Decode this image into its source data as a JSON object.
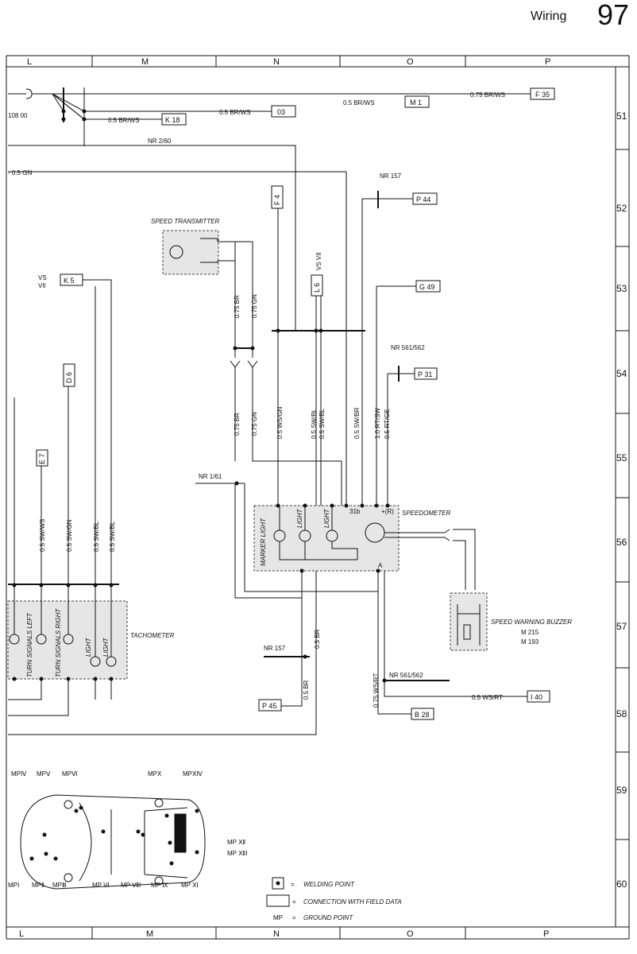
{
  "header": {
    "title": "Wiring",
    "page": "97"
  },
  "columns": [
    "L",
    "M",
    "N",
    "O",
    "P"
  ],
  "rows": [
    "51",
    "52",
    "53",
    "54",
    "55",
    "56",
    "57",
    "58",
    "59",
    "60"
  ],
  "connections": {
    "f35": "F 35",
    "m1": "M 1",
    "o3": "03",
    "k18": "K 18",
    "p44": "P 44",
    "f4": "F 4",
    "l6": "L 6",
    "g49": "G 49",
    "k5": "K 5",
    "d6": "D 6",
    "e7": "E 7",
    "p31": "P 31",
    "p45": "P 45",
    "b28": "B 28",
    "i40": "I 40"
  },
  "wires": {
    "w_075_brws": "0.75  BR/WS",
    "w_05_brws_m1": "0.5  BR/WS",
    "w_05_brws_o3": "0.5  BR/WS",
    "w_05_brws_k18": "0.5  BR/WS",
    "nr260": "NR  2/60",
    "gn": "- 0.5  GN",
    "v_075_br": "0.75  BR",
    "v_075_gn": "0.75  GN",
    "v_075_br2": "0.75  BR",
    "v_075_gn2": "0.75  GN",
    "v_wsgn": "0.5  WS/GN",
    "v_swbl1": "0.5  SW/BL",
    "v_swbl2": "0.5  SW/BL",
    "v_swbr": "0.5  SW/BR",
    "v_rtsw": "1.0  RT/SW",
    "v_rtge": "0.5  RT/GE",
    "v_swws": "0.5  SW/WS",
    "v_swgn": "0.5  SW/GN",
    "v_swbl3": "0.5  SW/BL",
    "v_swbl4": "0.5  SW/BL",
    "v_05br": "0.5  BR",
    "v_05br2": "0.5  BR",
    "v_075wsrt": "0.75  WS/RT",
    "h_05wsrt": "0.5  WS/RT",
    "vs_vii_a": "VS  VII",
    "vs_a": "VS",
    "vii_a": "VII",
    "x10800": "108 00"
  },
  "nr_labels": {
    "nr157_top": "NR  157",
    "nr561_top": "NR  561/562",
    "nr161": "NR  1/61",
    "nr157_bot": "NR  157",
    "nr561_bot": "NR  561/562"
  },
  "components": {
    "speed_transmitter": "SPEED  TRANSMITTER",
    "speedometer": "SPEEDOMETER",
    "marker_light": "MARKER LIGHT",
    "light": "LIGHT",
    "terminal_31b": "31b",
    "terminal_plus": "+(R)",
    "terminal_a": "A",
    "speed_warning_buzzer": "SPEED  WARNING  BUZZER",
    "m215": "M 215",
    "m193": "M 193",
    "tachometer": "TACHOMETER",
    "turn_left": "TURN SIGNALS LEFT",
    "turn_right": "TURN SIGNALS RIGHT"
  },
  "ground_points": {
    "mp4": "MPⅣ",
    "mp5": "MPⅤ",
    "mp6": "MPⅥ",
    "mp10": "MPⅩ",
    "mp14": "MPⅩⅣ",
    "mp12": "MP  Ⅻ",
    "mp13": "MP  ⅫⅠ",
    "mp1": "MPⅠ",
    "mp2": "MPⅡ",
    "mp3": "MPⅢ",
    "mp6b": "MP Ⅵ",
    "mp8": "MP ⅦⅠ",
    "mp9": "MP Ⅸ",
    "mp11": "MP Ⅺ"
  },
  "legend": {
    "welding": "WELDING  POINT",
    "field": "CONNECTION  WITH  FIELD  DATA",
    "mp_abbr": "MP",
    "ground": "GROUND  POINT",
    "eq": "="
  }
}
